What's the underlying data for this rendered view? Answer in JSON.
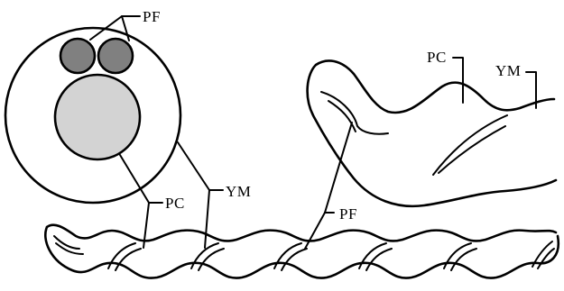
{
  "diagram": {
    "labels": {
      "pf_top": "PF",
      "pc_left": "PC",
      "ym_left": "YM",
      "pc_right": "PC",
      "ym_right": "YM",
      "pf_mid": "PF"
    },
    "colors": {
      "outline": "#000000",
      "nucleus_fill": "#d3d3d3",
      "granule_fill": "#808080",
      "background": "#ffffff"
    }
  }
}
